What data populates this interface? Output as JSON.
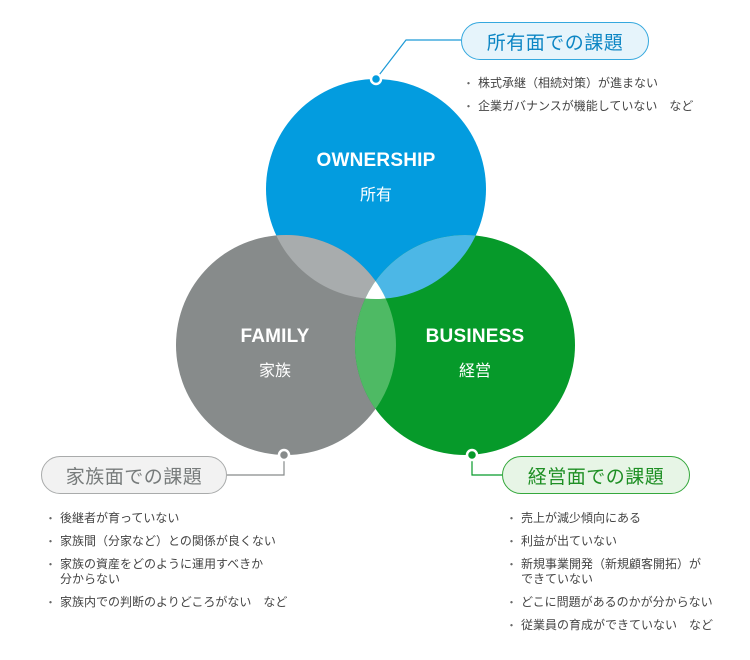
{
  "colors": {
    "ownership": "#039cdf",
    "family": "#878b8b",
    "business": "#069a2a",
    "ownership_family_overlap": "#a8acad",
    "ownership_business_overlap": "#4cb7e6",
    "family_business_overlap": "#4eba64"
  },
  "circles": {
    "ownership": {
      "title": "OWNERSHIP",
      "subtitle": "所有"
    },
    "family": {
      "title": "FAMILY",
      "subtitle": "家族"
    },
    "business": {
      "title": "BUSINESS",
      "subtitle": "経営"
    }
  },
  "callouts": {
    "ownership": {
      "heading": "所有面での課題",
      "items": [
        "株式承継（相続対策）が進まない",
        "企業ガバナンスが機能していない　など"
      ]
    },
    "family": {
      "heading": "家族面での課題",
      "items": [
        "後継者が育っていない",
        "家族間（分家など）との関係が良くない",
        "家族の資産をどのように運用すべきか\n分からない",
        "家族内での判断のよりどころがない　など"
      ]
    },
    "business": {
      "heading": "経営面での課題",
      "items": [
        "売上が減少傾向にある",
        "利益が出ていない",
        "新規事業開発（新規顧客開拓）が\nできていない",
        "どこに問題があるのかが分からない",
        "従業員の育成ができていない　など"
      ]
    }
  }
}
